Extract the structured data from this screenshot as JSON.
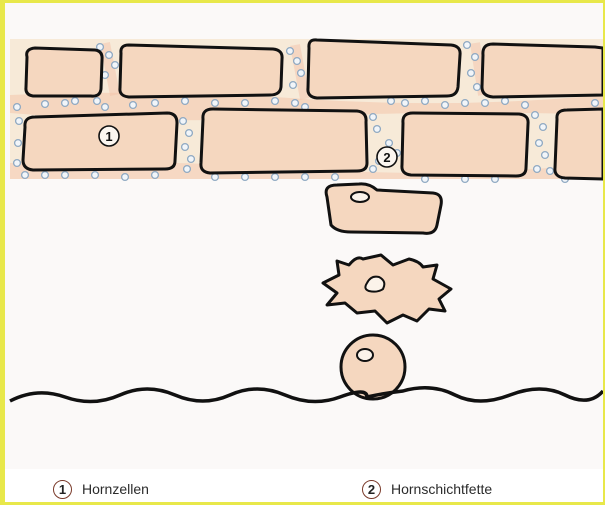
{
  "labels": {
    "marker_1": "1",
    "marker_2": "2"
  },
  "legend": [
    {
      "number": "1",
      "label": "Hornzellen"
    },
    {
      "number": "2",
      "label": "Hornschichtfette"
    }
  ],
  "colors": {
    "cell_fill": "#f5d7bf",
    "cell_stroke": "#111111",
    "lipid_fill": "#f6e7cf",
    "lipid_tint": "#f4c2a8",
    "background": "#fbf9f8",
    "frame": "#e8e84a",
    "droplet": "#c9dbe9"
  }
}
